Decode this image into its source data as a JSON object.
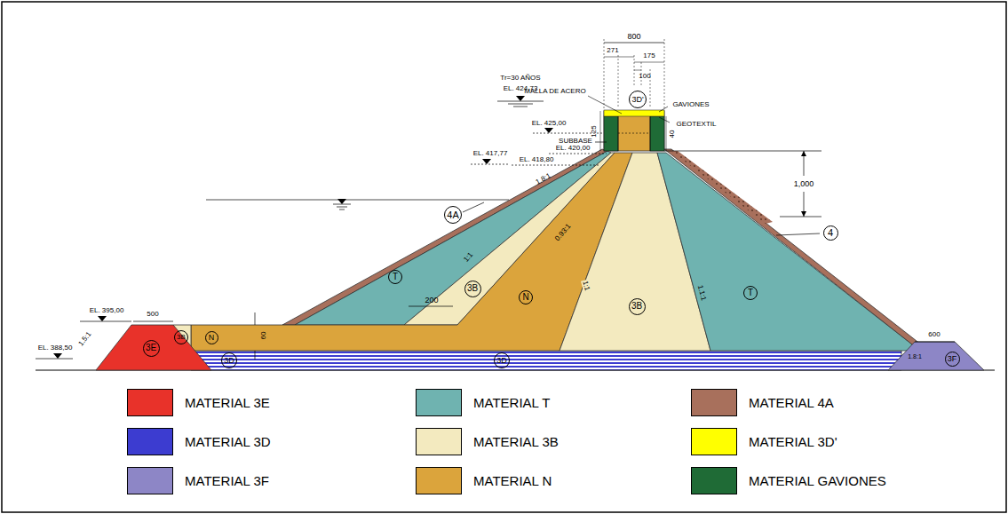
{
  "diagram": {
    "nodes": [
      {
        "text": [
          "3D'"
        ]
      },
      {
        "text": [
          "4A"
        ]
      },
      {
        "text": [
          "4"
        ]
      },
      {
        "text": [
          "T"
        ]
      },
      {
        "text": [
          "3B"
        ]
      },
      {
        "text": [
          "N"
        ]
      },
      {
        "text": [
          "3B"
        ]
      },
      {
        "text": [
          "T"
        ]
      },
      {
        "text": [
          "3E"
        ]
      },
      {
        "text": [
          "3B"
        ]
      },
      {
        "text": [
          "N"
        ]
      },
      {
        "text": [
          "3D"
        ]
      },
      {
        "text": [
          "3D"
        ]
      },
      {
        "text": [
          "3F"
        ]
      }
    ],
    "labels": [
      "800",
      "271",
      "175",
      "100",
      "MALLA DE ACERO",
      "GAVIONES",
      "GEOTEXTIL",
      "40",
      "125",
      "Tr=30 AÑOS",
      "EL. 424,73",
      "EL. 425,00",
      "SUBBASE",
      "EL. 420,00",
      "EL. 418,80",
      "EL. 417,77",
      "1,000",
      "1.8:1",
      "200",
      "1:1",
      "0.93:1",
      "1:1",
      "1.1:1",
      "EL. 395,00",
      "500",
      "1.5:1",
      "EL. 388,50",
      "60",
      "600",
      "1.8:1"
    ],
    "legend": [
      {
        "text": "MATERIAL 3E",
        "color": "#e8322a"
      },
      {
        "text": "MATERIAL T",
        "color": "#6fb3b0"
      },
      {
        "text": "MATERIAL 4A",
        "color": "#a8705c"
      },
      {
        "text": "MATERIAL 3D",
        "color": "#3c3cd0"
      },
      {
        "text": "MATERIAL 3B",
        "color": "#f3eabf"
      },
      {
        "text": "MATERIAL 3D'",
        "color": "#ffff00"
      },
      {
        "text": "MATERIAL 3F",
        "color": "#8d86c6"
      },
      {
        "text": "MATERIAL N",
        "color": "#dba43c"
      },
      {
        "text": "MATERIAL GAVIONES",
        "color": "#1f6b36"
      }
    ]
  }
}
